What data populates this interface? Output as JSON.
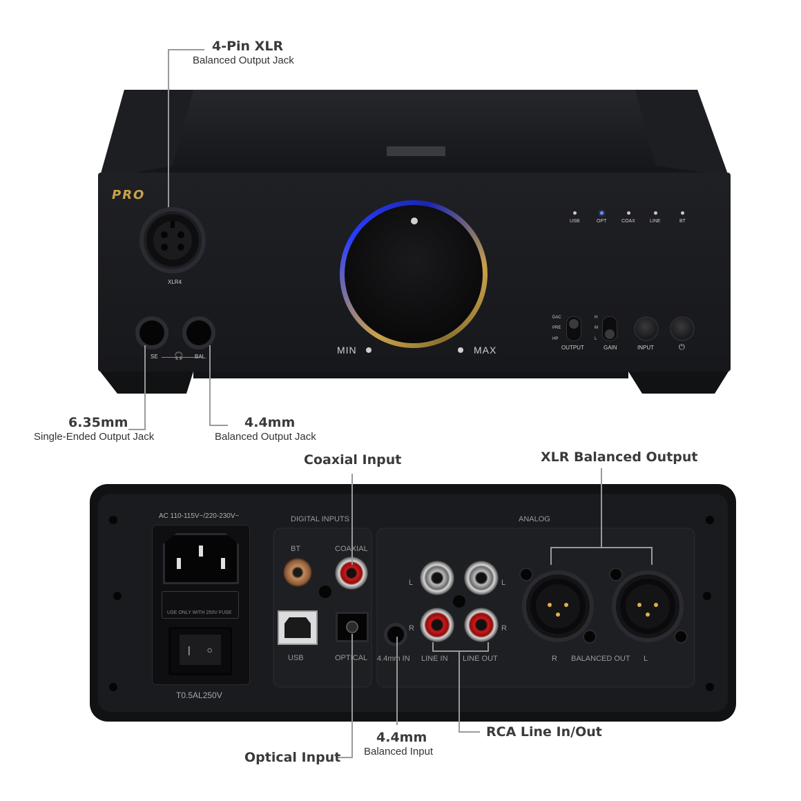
{
  "front": {
    "brand_badge": "PRO",
    "xlr_label": "XLR4",
    "knob_min": "MIN",
    "knob_max": "MAX",
    "jack_se": "SE",
    "jack_bal": "BAL.",
    "leds": [
      "USB",
      "OPT",
      "COAX",
      "LINE",
      "BT"
    ],
    "output_options": [
      "DAC",
      "PRE",
      "HP"
    ],
    "output_label": "OUTPUT",
    "gain_options": [
      "H",
      "M",
      "L"
    ],
    "gain_label": "GAIN",
    "input_label": "INPUT",
    "power_symbol": "⏻"
  },
  "rear": {
    "ac_label": "AC 110-115V~/220-230V~",
    "fuse_note": "USE ONLY WITH 250V FUSE",
    "fuse_rating": "T0.5AL250V",
    "digital_inputs": "DIGITAL INPUTS",
    "analog": "ANALOG",
    "bt": "BT",
    "coaxial": "COAXIAL",
    "usb": "USB",
    "optical": "OPTICAL",
    "bal_in": "4.4mm IN",
    "line_in": "LINE IN",
    "line_out": "LINE OUT",
    "l": "L",
    "r": "R",
    "balanced_out": "BALANCED OUT"
  },
  "callouts": {
    "xlr": {
      "title": "4-Pin XLR",
      "sub": "Balanced Output Jack"
    },
    "se": {
      "title": "6.35mm",
      "sub": "Single-Ended Output Jack"
    },
    "bal": {
      "title": "4.4mm",
      "sub": "Balanced Output Jack"
    },
    "coax": {
      "title": "Coaxial Input"
    },
    "xlr_out": {
      "title": "XLR Balanced Output"
    },
    "optical": {
      "title": "Optical Input"
    },
    "bal_in": {
      "title": "4.4mm",
      "sub": "Balanced Input"
    },
    "rca": {
      "title": "RCA Line In/Out"
    }
  },
  "colors": {
    "body": "#1b1c20",
    "led_active": "#6a8cff",
    "knob_ring": "#2a3cff",
    "gold": "#c9a24a",
    "rca_red": "#d01818",
    "callout_line": "#9a9a9a"
  }
}
